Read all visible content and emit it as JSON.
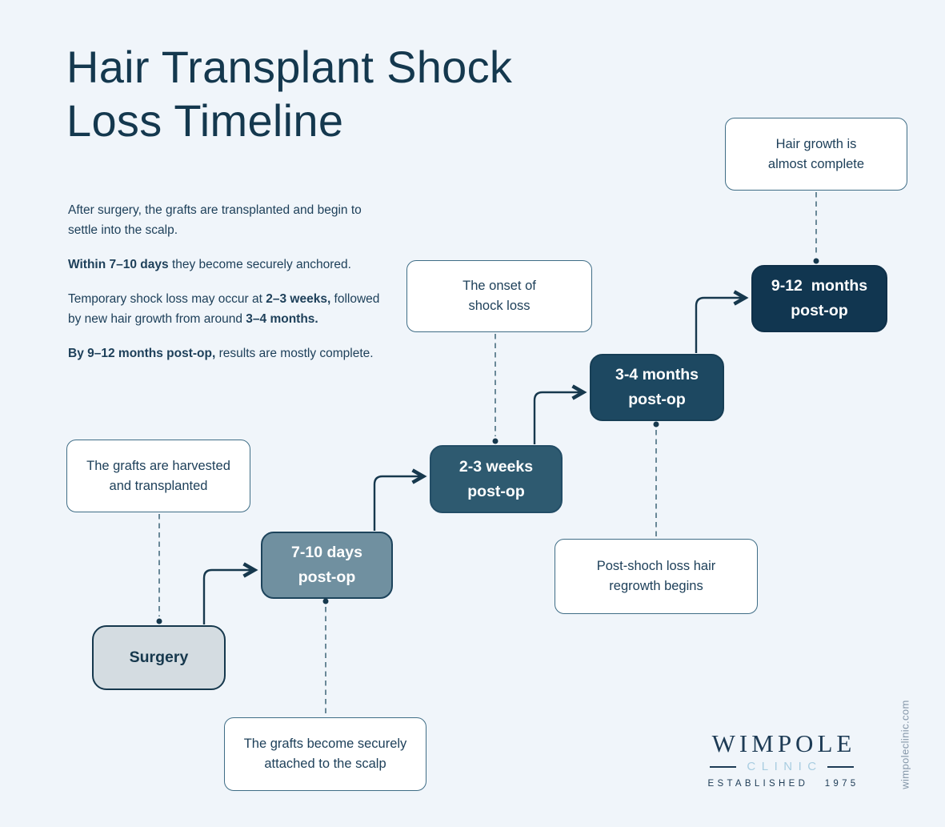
{
  "title": {
    "line1": "Hair Transplant Shock",
    "line2": "Loss Timeline"
  },
  "intro_paragraphs": [
    {
      "segments": [
        {
          "text": "After surgery, the grafts are transplanted and begin to settle into the scalp.",
          "bold": false
        }
      ]
    },
    {
      "segments": [
        {
          "text": "Within 7–10 days",
          "bold": true
        },
        {
          "text": " they become securely anchored.",
          "bold": false
        }
      ]
    },
    {
      "segments": [
        {
          "text": "Temporary shock loss may occur at ",
          "bold": false
        },
        {
          "text": "2–3 weeks,",
          "bold": true
        },
        {
          "text": " followed by new hair growth from around ",
          "bold": false
        },
        {
          "text": "3–4 months.",
          "bold": true
        }
      ]
    },
    {
      "segments": [
        {
          "text": "By 9–12 months post-op,",
          "bold": true
        },
        {
          "text": " results are mostly complete.",
          "bold": false
        }
      ]
    }
  ],
  "timeline": {
    "steps": [
      {
        "label": "Surgery"
      },
      {
        "line1": "7-10 days",
        "line2": "post-op"
      },
      {
        "line1": "2-3 weeks",
        "line2": "post-op"
      },
      {
        "line1": "3-4 months",
        "line2": "post-op"
      },
      {
        "line1": "9-12  months",
        "line2": "post-op"
      }
    ],
    "annotations": [
      {
        "line1": "The grafts are harvested",
        "line2": "and transplanted"
      },
      {
        "line1": "The onset of",
        "line2": "shock loss"
      },
      {
        "line1": "Post-shoch loss hair",
        "line2": "regrowth begins"
      },
      {
        "line1": "The grafts become securely",
        "line2": "attached to the scalp"
      },
      {
        "line1": "Hair growth is",
        "line2": "almost complete"
      }
    ]
  },
  "logo": {
    "wordmark": "WIMPOLE",
    "sub": "CLINIC",
    "established": "ESTABLISHED 1975",
    "url": "wimpoleclinic.com"
  },
  "colors": {
    "background": "#f0f5fa",
    "heading": "#14384e",
    "body_text": "#1e405a",
    "solid_connector": "#16384d",
    "dashed_connector": "#5c7d8e",
    "annotation_border": "#3f6d86",
    "annotation_bg": "#ffffff",
    "step_surgery_bg": "#d4dce1",
    "step_7_10_bg": "#7090a0",
    "step_2_3_bg": "#2e5a70",
    "step_3_4_bg": "#1d4861",
    "step_9_12_bg": "#113650",
    "logo_navy": "#1d3b55",
    "logo_light_blue": "#a9cde1",
    "url_text": "#8496a8"
  }
}
